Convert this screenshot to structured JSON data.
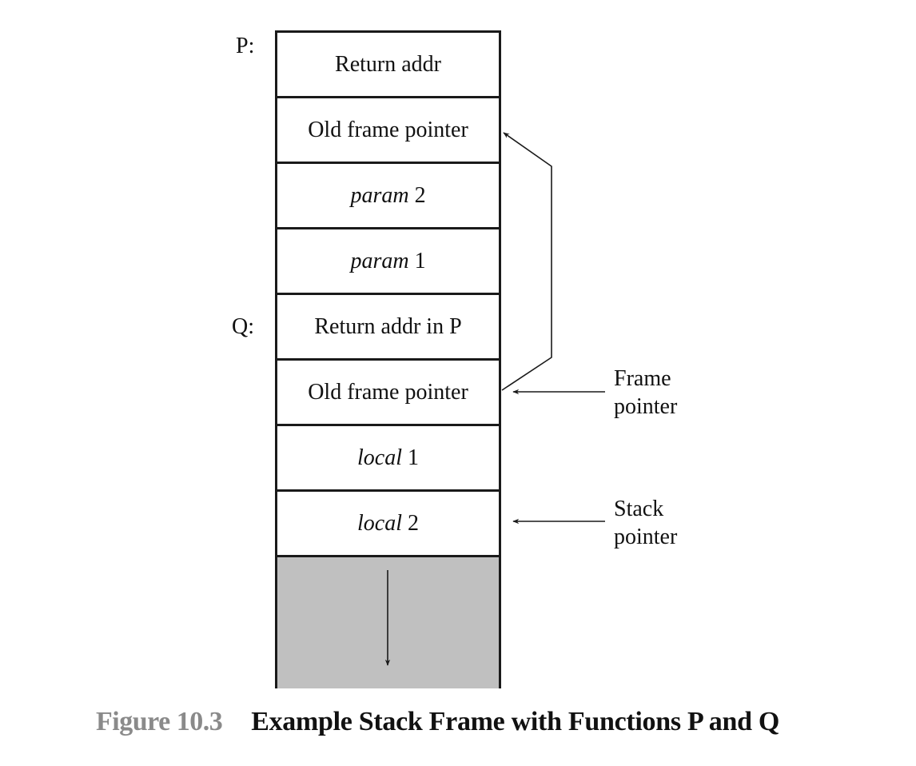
{
  "frame_markers": {
    "p": "P:",
    "q": "Q:"
  },
  "stack_cells": [
    {
      "italic": "",
      "text": "Return addr"
    },
    {
      "italic": "",
      "text": "Old frame pointer"
    },
    {
      "italic": "param",
      "text": "2"
    },
    {
      "italic": "param",
      "text": "1"
    },
    {
      "italic": "",
      "text": "Return addr in P"
    },
    {
      "italic": "",
      "text": "Old frame pointer"
    },
    {
      "italic": "local",
      "text": "1"
    },
    {
      "italic": "local",
      "text": "2"
    }
  ],
  "pointers": {
    "frame": {
      "line1": "Frame",
      "line2": "pointer"
    },
    "stack": {
      "line1": "Stack",
      "line2": "pointer"
    }
  },
  "caption": {
    "number": "Figure 10.3",
    "title": "Example Stack Frame with Functions P and Q"
  },
  "colors": {
    "growth_region": "#c0c0c0",
    "caption_number": "#8a8a8a",
    "border": "#1a1a1a"
  }
}
